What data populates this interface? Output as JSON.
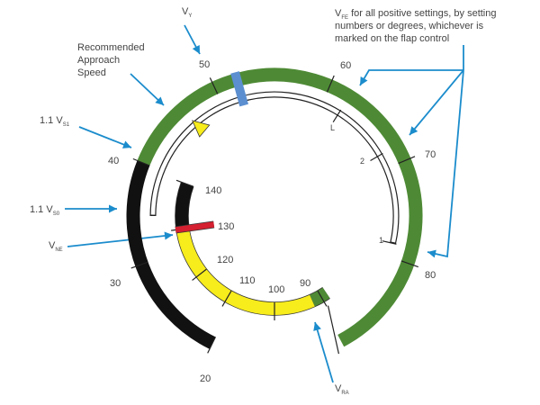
{
  "colors": {
    "green": "#4e8a35",
    "black": "#111111",
    "yellow": "#f7ec1c",
    "red": "#d42030",
    "blue_marker": "#5b8fd0",
    "arrow": "#1b8ccc",
    "text": "#444444"
  },
  "outer_scale": {
    "ticks": [
      "20",
      "30",
      "40",
      "50",
      "60",
      "70",
      "80"
    ],
    "bands": [
      {
        "name": "white-arc-black",
        "color": "black",
        "from": 20,
        "to": 40
      },
      {
        "name": "green-arc",
        "color": "green",
        "from": 40,
        "to": 90
      }
    ],
    "marker_vy": 52
  },
  "inner_scale": {
    "ticks": [
      "90",
      "100",
      "110",
      "120",
      "130",
      "140"
    ],
    "bands": [
      {
        "name": "green",
        "from": 88,
        "to": 92
      },
      {
        "name": "yellow",
        "from": 92,
        "to": 130
      },
      {
        "name": "black",
        "from": 130,
        "to": 140
      }
    ],
    "vne": 130
  },
  "flap_arc": {
    "labels": [
      "L",
      "2",
      "1"
    ]
  },
  "annotations": {
    "vy": {
      "main": "V",
      "sub": "Y"
    },
    "approach": [
      "Recommended",
      "Approach",
      "Speed"
    ],
    "vs1": {
      "main": "1.1 V",
      "sub": "S1"
    },
    "vs0": {
      "main": "1.1 V",
      "sub": "S0"
    },
    "vne": {
      "main": "V",
      "sub": "NE"
    },
    "vfe": {
      "main": "V",
      "sub": "FE",
      "line1_rest": " for all positive settings, by setting",
      "line2": "numbers or degrees, whichever is",
      "line3": "marked on the flap control"
    },
    "vra": {
      "main": "V",
      "sub": "RA"
    }
  }
}
